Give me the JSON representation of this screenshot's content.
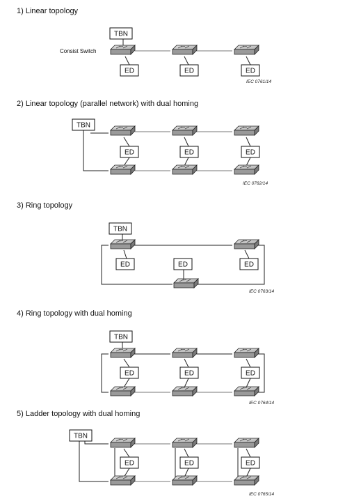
{
  "tbn_label": "TBN",
  "ed_label": "ED",
  "consist_switch_label": "Consist Switch",
  "sections": [
    {
      "title": "1) Linear topology",
      "ref": "IEC  0761/14"
    },
    {
      "title": "2) Linear topology (parallel network) with dual homing",
      "ref": "IEC  0762/14"
    },
    {
      "title": "3) Ring topology",
      "ref": "IEC  0763/14"
    },
    {
      "title": "4) Ring topology with dual homing",
      "ref": "IEC  0764/14"
    },
    {
      "title": "5) Ladder topology with dual homing",
      "ref": "IEC  0765/14"
    }
  ]
}
